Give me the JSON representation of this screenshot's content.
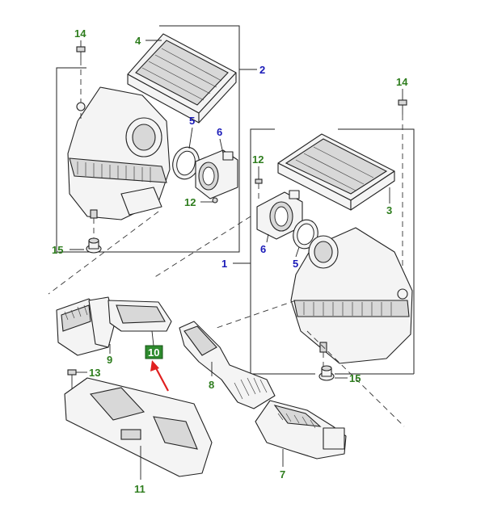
{
  "colors": {
    "green_label": "#2e7d1e",
    "blue_label": "#1a1ab8",
    "highlight_box": "#2e8b2e",
    "arrow": "#e02020"
  },
  "labels": {
    "l14a": "14",
    "l4": "4",
    "l2": "2",
    "l5a": "5",
    "l6a": "6",
    "l12a": "12",
    "l15a": "15",
    "l14b": "14",
    "l12b": "12",
    "l3": "3",
    "l1": "1",
    "l6b": "6",
    "l5b": "5",
    "l15b": "15",
    "l9": "9",
    "l10": "10",
    "l13": "13",
    "l8": "8",
    "l7": "7",
    "l11": "11"
  }
}
